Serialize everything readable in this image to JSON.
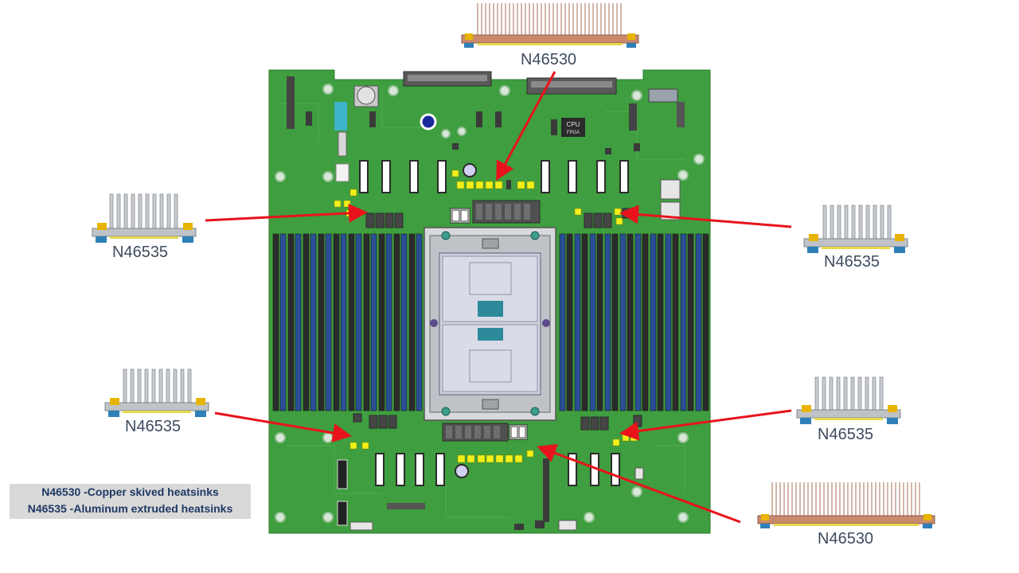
{
  "callouts": {
    "top_copper": "N46530",
    "upper_left_aluminum": "N46535",
    "upper_right_aluminum": "N46535",
    "lower_left_aluminum": "N46535",
    "lower_right_aluminum": "N46535",
    "bottom_copper": "N46530"
  },
  "legend": {
    "line1": "N46530 -Copper skived heatsinks",
    "line2": "N46535 -Aluminum extruded heatsinks"
  },
  "board": {
    "chip_text_line1": "CPU",
    "chip_text_line2": "FPGA"
  },
  "colors": {
    "board_green": "#3f9e3f",
    "arrow_red": "#e8131b",
    "dimm_blue": "#2a4f96",
    "dimm_black": "#2b2b2b",
    "pad_yellow": "#f2ef1a",
    "copper": "#c98a6c",
    "aluminum": "#bfc3c8",
    "legend_bg": "#d9d9d9",
    "legend_text": "#1f3864",
    "label_text": "#3d4b5c"
  }
}
